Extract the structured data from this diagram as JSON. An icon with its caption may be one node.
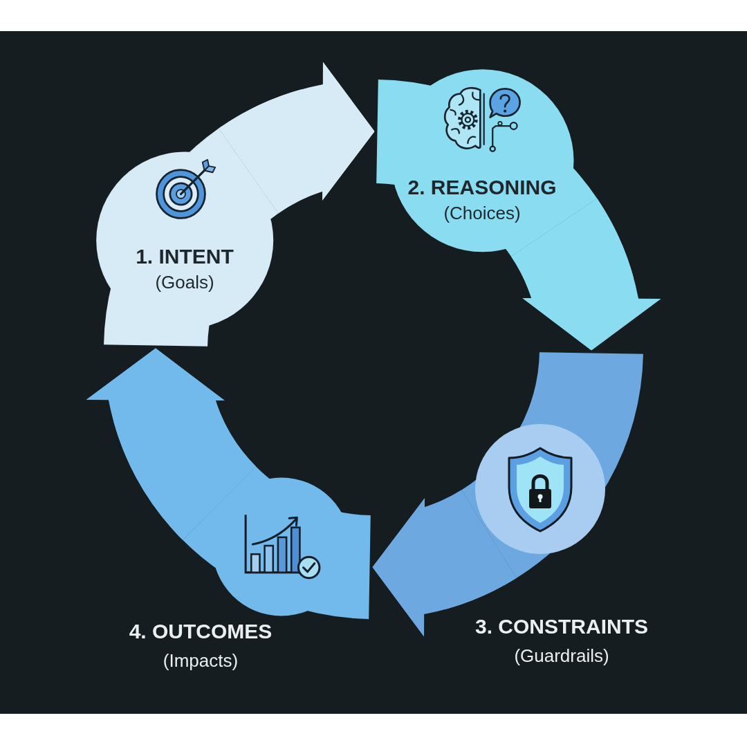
{
  "diagram": {
    "nodes": [
      {
        "text": [
          "1. INTENT",
          "(Goals)"
        ]
      },
      {
        "text": [
          "2. REASONING",
          "(Choices)"
        ]
      },
      {
        "text": [
          "3. CONSTRAINTS",
          "(Guardrails)"
        ]
      },
      {
        "text": [
          "4. OUTCOMES",
          "(Impacts)"
        ]
      }
    ],
    "edges": [
      {
        "from": 0,
        "to": 1,
        "arrow": "to",
        "color": "#d7ebf6"
      },
      {
        "from": 1,
        "to": 2,
        "arrow": "to",
        "color": "#8adcf1"
      },
      {
        "from": 2,
        "to": 3,
        "arrow": "to",
        "color": "#6ea8e0"
      },
      {
        "from": 3,
        "to": 0,
        "arrow": "to",
        "color": "#72b9ec"
      }
    ]
  }
}
